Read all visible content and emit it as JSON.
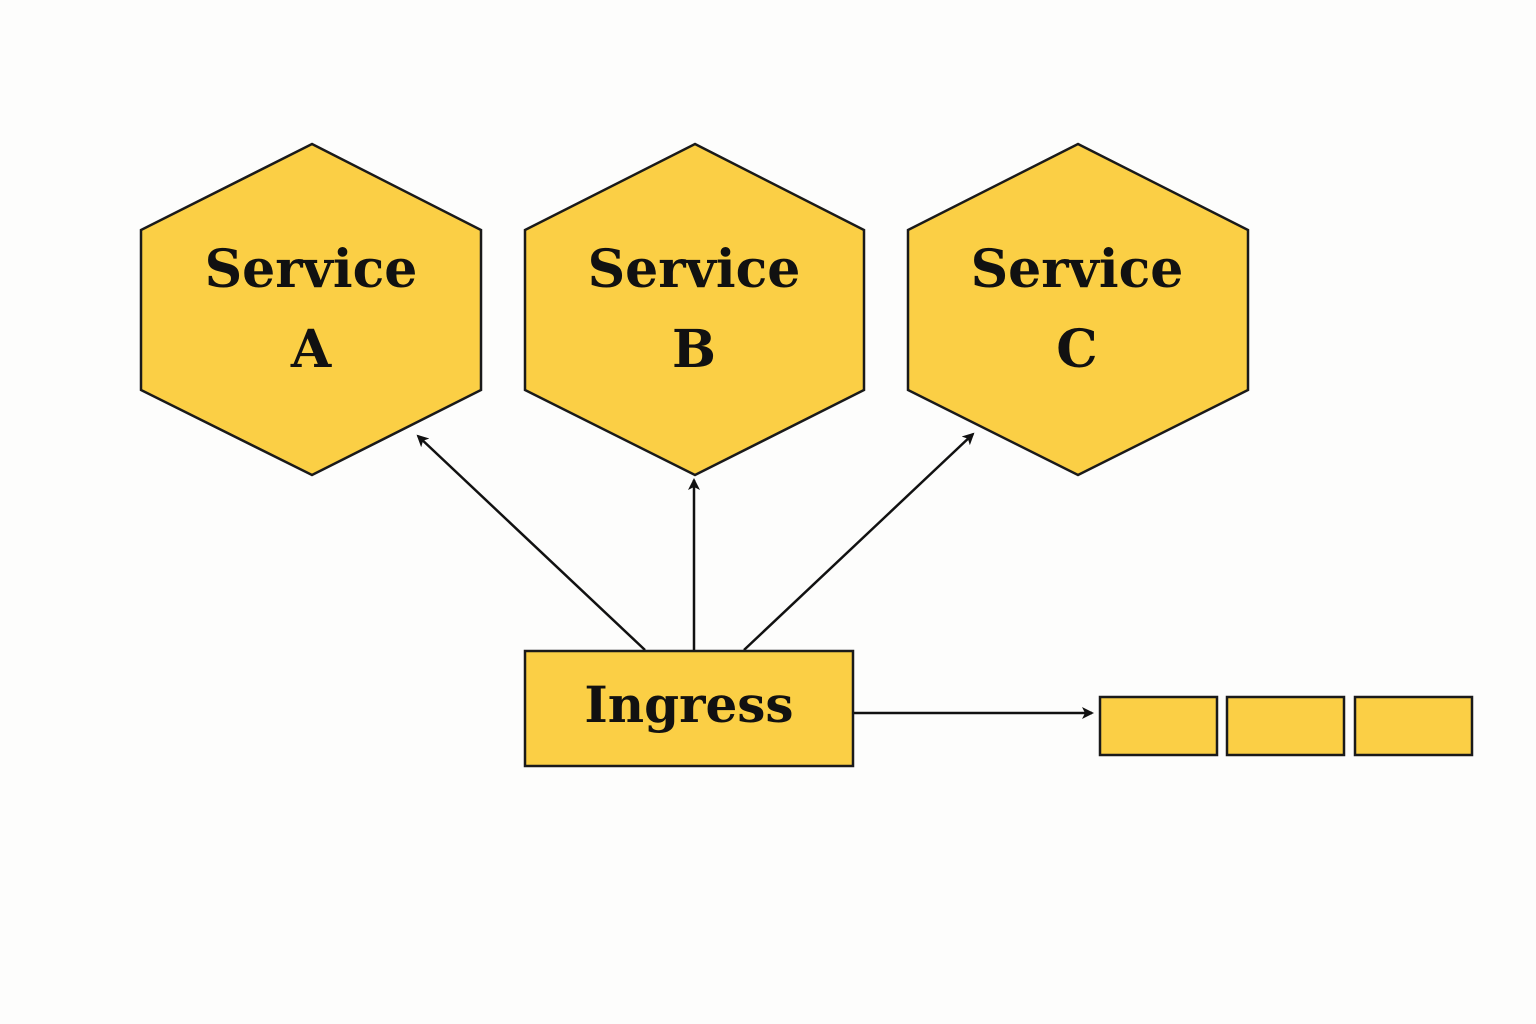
{
  "colors": {
    "node_fill": "#fbcf45",
    "stroke": "#1a1a1a",
    "background": "#fdfdfc"
  },
  "services": [
    {
      "line1": "Service",
      "line2": "A"
    },
    {
      "line1": "Service",
      "line2": "B"
    },
    {
      "line1": "Service",
      "line2": "C"
    }
  ],
  "ingress": {
    "label": "Ingress"
  },
  "queue": {
    "segments": 3
  },
  "edges": [
    {
      "from": "Ingress",
      "to": "Service A"
    },
    {
      "from": "Ingress",
      "to": "Service B"
    },
    {
      "from": "Ingress",
      "to": "Service C"
    },
    {
      "from": "Ingress",
      "to": "queue"
    }
  ]
}
